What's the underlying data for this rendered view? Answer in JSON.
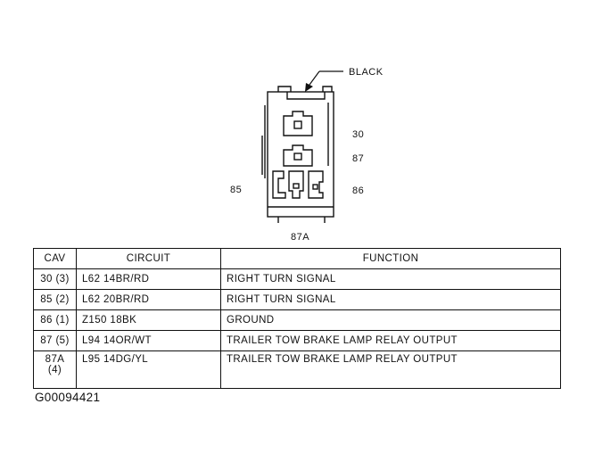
{
  "diagram": {
    "color_label": "BLACK",
    "terminal_labels": {
      "t30": "30",
      "t87": "87",
      "t85": "85",
      "t86": "86",
      "t87a": "87A"
    }
  },
  "table": {
    "headers": {
      "cav": "CAV",
      "circuit": "CIRCUIT",
      "function": "FUNCTION"
    },
    "rows": [
      {
        "cav": "30 (3)",
        "circuit": "L62 14BR/RD",
        "function": "RIGHT TURN SIGNAL"
      },
      {
        "cav": "85 (2)",
        "circuit": "L62 20BR/RD",
        "function": "RIGHT TURN SIGNAL"
      },
      {
        "cav": "86 (1)",
        "circuit": "Z150 18BK",
        "function": "GROUND"
      },
      {
        "cav": "87 (5)",
        "circuit": "L94 14OR/WT",
        "function": "TRAILER TOW BRAKE LAMP RELAY OUTPUT"
      },
      {
        "cav": "87A\n(4)",
        "circuit": "L95 14DG/YL",
        "function": "TRAILER TOW BRAKE LAMP RELAY OUTPUT"
      }
    ]
  },
  "figure_id": "G00094421"
}
